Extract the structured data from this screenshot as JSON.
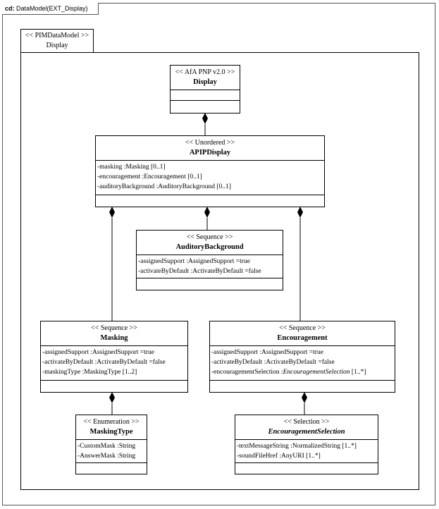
{
  "frame": {
    "kind": "cd:",
    "title": "DataModel(EXT_Display)"
  },
  "package": {
    "stereotype": "<< PIMDataModel >>",
    "name": "Display"
  },
  "classes": {
    "display": {
      "stereotype": "<< AfA PNP v2.0 >>",
      "name": "Display"
    },
    "apip_display": {
      "stereotype": "<< Unordered >>",
      "name": "APIPDisplay",
      "attributes": [
        "-masking :Masking [0..1]",
        "-encouragement :Encouragement [0..1]",
        "-auditoryBackground  :AuditoryBackground  [0..1]"
      ]
    },
    "auditory_background": {
      "stereotype": "<< Sequence >>",
      "name": "AuditoryBackground",
      "attributes": [
        "-assignedSupport :AssignedSupport =true",
        "-activateByDefault  :ActivateByDefault  =false"
      ]
    },
    "masking": {
      "stereotype": "<< Sequence >>",
      "name": "Masking",
      "attributes": [
        "-assignedSupport :AssignedSupport =true",
        "-activateByDefault  :ActivateByDefault  =false",
        "-maskingType  :MaskingType [1..2]"
      ]
    },
    "encouragement": {
      "stereotype": "<< Sequence >>",
      "name": "Encouragement",
      "attributes": [
        "-assignedSupport :AssignedSupport =true",
        "-activateByDefault  :ActivateByDefault  =false"
      ],
      "selection_attr_prefix": "-encouragementSelection   :",
      "selection_attr_type": "EncouragementSelection",
      "selection_attr_mult": " [1..*]"
    },
    "masking_type": {
      "stereotype": "<< Enumeration  >>",
      "name": "MaskingType",
      "attributes": [
        "-CustomMask :String",
        "-AnswerMask :String"
      ]
    },
    "encouragement_selection": {
      "stereotype": "<< Selection  >>",
      "name": "EncouragementSelection",
      "attributes": [
        "-textMessageString  :NormalizedString  [1..*]",
        "-soundFileHref  :AnyURI [1..*]"
      ]
    }
  }
}
